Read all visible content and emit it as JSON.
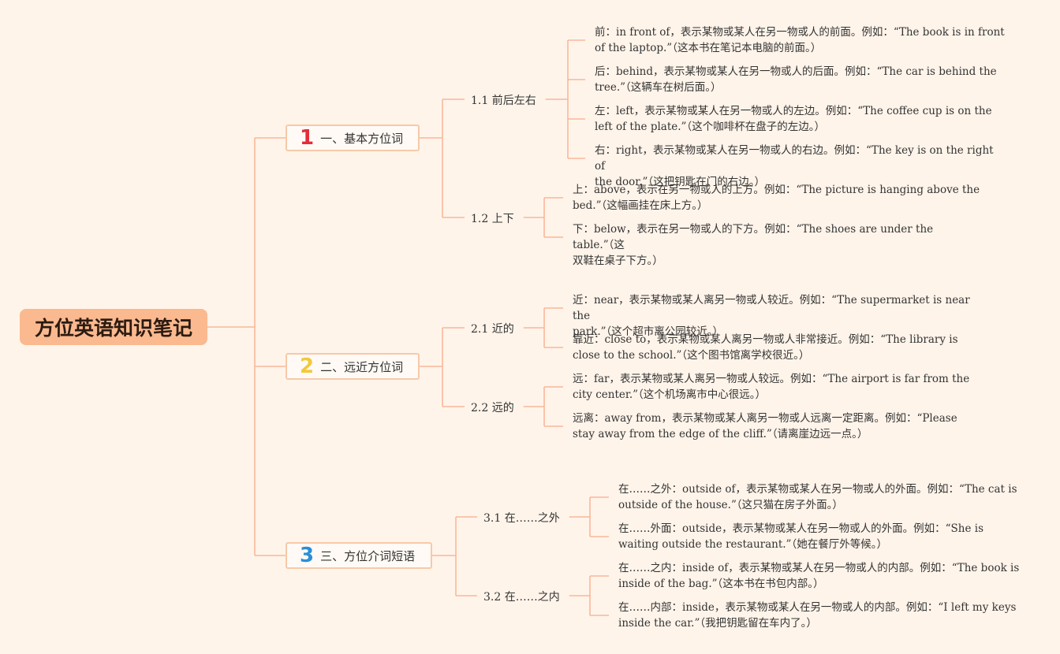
{
  "root": {
    "title": "方位英语知识笔记"
  },
  "colors": {
    "line": "#f9b79a",
    "badge1": "#e52c3a",
    "badge2": "#f3c83a",
    "badge3": "#2a8fd8"
  },
  "branches": [
    {
      "number": "1",
      "label": "一、基本方位词",
      "subs": [
        {
          "label": "1.1 前后左右",
          "items": [
            {
              "line1": "前：in front of，表示某物或某人在另一物或人的前面。例如：“The book is in front",
              "line2": "of the laptop.”（这本书在笔记本电脑的前面。）"
            },
            {
              "line1": "后：behind，表示某物或某人在另一物或人的后面。例如：“The car is behind the",
              "line2": "tree.”（这辆车在树后面。）"
            },
            {
              "line1": "左：left，表示某物或某人在另一物或人的左边。例如：“The coffee cup is on the",
              "line2": "left of the plate.”（这个咖啡杯在盘子的左边。）"
            },
            {
              "line1": "右：right，表示某物或某人在另一物或人的右边。例如：“The key is on the right of",
              "line2": "the door.”（这把钥匙在门的右边。）"
            }
          ]
        },
        {
          "label": "1.2 上下",
          "items": [
            {
              "line1": "上：above，表示在另一物或人的上方。例如：“The picture is hanging above the",
              "line2": "bed.”（这幅画挂在床上方。）"
            },
            {
              "line1": "下：below，表示在另一物或人的下方。例如：“The shoes are under the table.”（这",
              "line2": "双鞋在桌子下方。）"
            }
          ]
        }
      ]
    },
    {
      "number": "2",
      "label": "二、远近方位词",
      "subs": [
        {
          "label": "2.1 近的",
          "items": [
            {
              "line1": "近：near，表示某物或某人离另一物或人较近。例如：“The supermarket is near the",
              "line2": "park.”（这个超市离公园较近。）"
            },
            {
              "line1": "靠近：close to，表示某物或某人离另一物或人非常接近。例如：“The library is",
              "line2": "close to the school.”（这个图书馆离学校很近。）"
            }
          ]
        },
        {
          "label": "2.2 远的",
          "items": [
            {
              "line1": "远：far，表示某物或某人离另一物或人较远。例如：“The airport is far from the",
              "line2": "city center.”（这个机场离市中心很远。）"
            },
            {
              "line1": "远离：away from，表示某物或某人离另一物或人远离一定距离。例如：“Please",
              "line2": "stay away from the edge of the cliff.”（请离崖边远一点。）"
            }
          ]
        }
      ]
    },
    {
      "number": "3",
      "label": "三、方位介词短语",
      "subs": [
        {
          "label": "3.1 在……之外",
          "items": [
            {
              "line1": "在……之外：outside of，表示某物或某人在另一物或人的外面。例如：“The cat is",
              "line2": "outside of the house.”（这只猫在房子外面。）"
            },
            {
              "line1": "在……外面：outside，表示某物或某人在另一物或人的外面。例如：“She is",
              "line2": "waiting outside the restaurant.”（她在餐厅外等候。）"
            }
          ]
        },
        {
          "label": "3.2 在……之内",
          "items": [
            {
              "line1": "在……之内：inside of，表示某物或某人在另一物或人的内部。例如：“The book is",
              "line2": "inside of the bag.”（这本书在书包内部。）"
            },
            {
              "line1": "在……内部：inside，表示某物或某人在另一物或人的内部。例如：“I left my keys",
              "line2": "inside the car.”（我把钥匙留在车内了。）"
            }
          ]
        }
      ]
    }
  ]
}
